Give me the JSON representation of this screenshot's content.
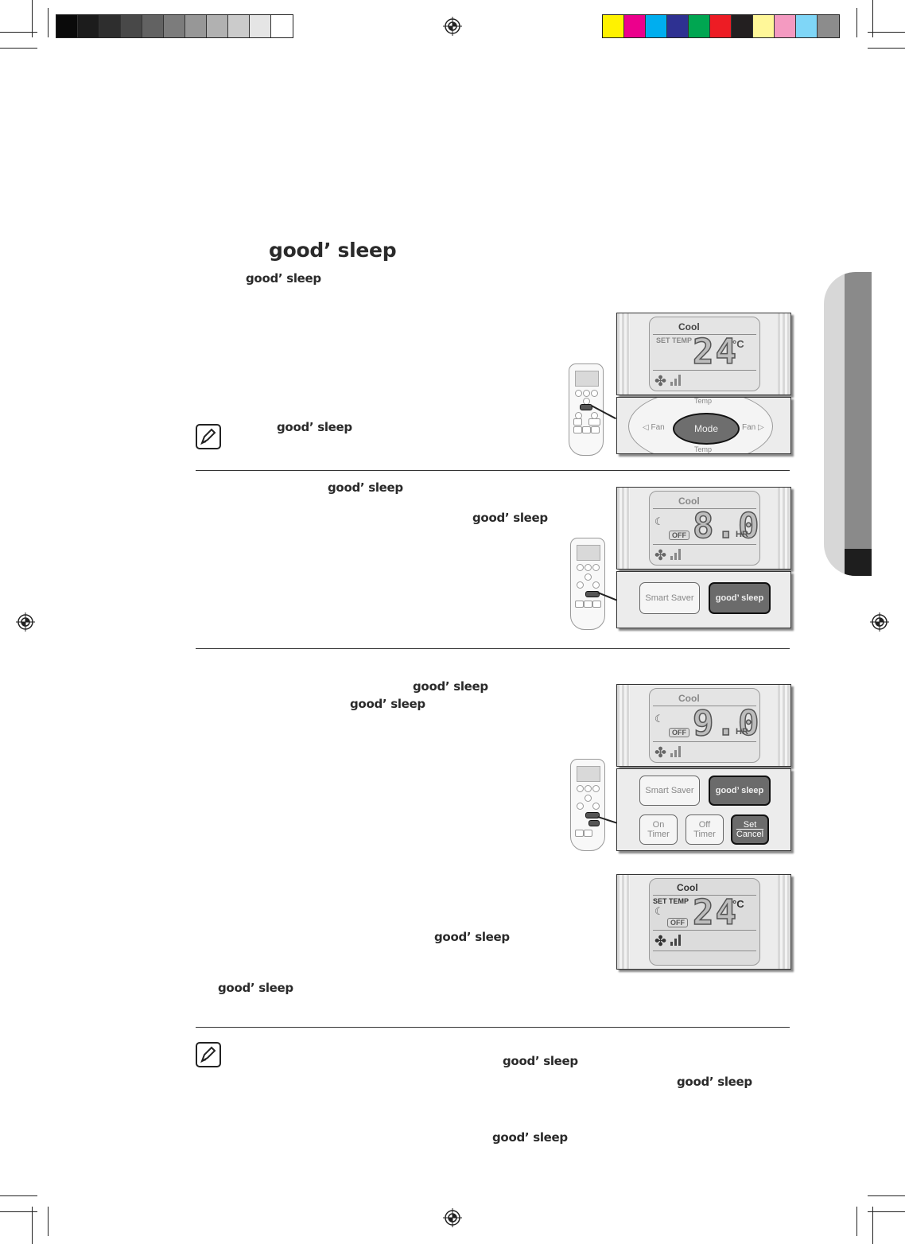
{
  "printer_marks": {
    "gray_swatches": [
      "#0a0a0a",
      "#1c1c1c",
      "#2e2e2e",
      "#484848",
      "#626262",
      "#7c7c7c",
      "#979797",
      "#b1b1b1",
      "#cbcbcb",
      "#e5e5e5",
      "#ffffff"
    ],
    "color_swatches": [
      "#fff200",
      "#ec008c",
      "#00aeef",
      "#2e3192",
      "#00a651",
      "#ed1c24",
      "#231f20",
      "#fff799",
      "#f49ac1",
      "#7fd6f7",
      "#8c8c8c"
    ]
  },
  "heading": {
    "label": "good’ sleep"
  },
  "intro": {
    "label": "good’ sleep"
  },
  "section1": {
    "note_label": "good’ sleep",
    "display": {
      "mode": "Cool",
      "set_temp": "SET TEMP",
      "value": "24",
      "unit": "°C"
    },
    "buttons": {
      "temp_top": "Temp",
      "temp_bottom": "Temp",
      "fan_left": "Fan",
      "fan_right": "Fan",
      "mode": "Mode"
    }
  },
  "section2": {
    "label_a": "good’ sleep",
    "label_b": "good’ sleep",
    "display": {
      "mode": "Cool",
      "off": "OFF",
      "value": "8.0",
      "unit": "HR"
    },
    "buttons": {
      "smart_saver": "Smart Saver",
      "good_sleep": "good’ sleep"
    }
  },
  "section3": {
    "label_a": "good’ sleep",
    "label_b": "good’ sleep",
    "label_c": "good’ sleep",
    "label_d": "good’ sleep",
    "display": {
      "mode": "Cool",
      "off": "OFF",
      "value": "9.0",
      "unit": "HR"
    },
    "buttons": {
      "smart_saver": "Smart Saver",
      "good_sleep": "good’ sleep",
      "on_timer_1": "On",
      "on_timer_2": "Timer",
      "off_timer_1": "Off",
      "off_timer_2": "Timer",
      "set": "Set",
      "cancel": "Cancel"
    },
    "display2": {
      "mode": "Cool",
      "set_temp": "SET TEMP",
      "off": "OFF",
      "value": "24",
      "unit": "°C"
    }
  },
  "footer_note": {
    "label_a": "good’ sleep",
    "label_b": "good’ sleep",
    "label_c": "good’ sleep"
  },
  "icons": {
    "note": "note-pencil-icon",
    "fan": "fan-icon",
    "sleep": "sleep-moon-icon",
    "registration": "registration-mark-icon"
  }
}
